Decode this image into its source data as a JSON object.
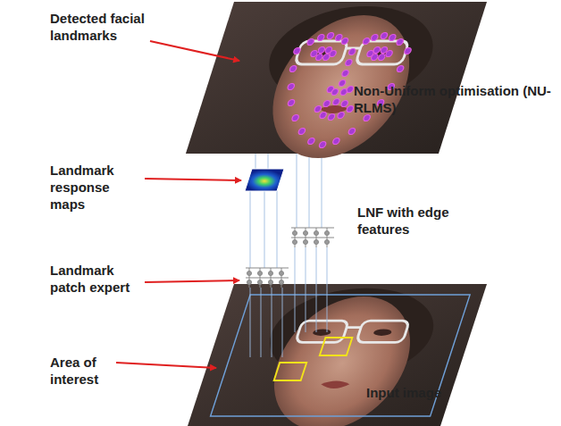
{
  "diagram": {
    "labels": [
      "Detected facial landmarks",
      "Non-Uniform optimisation (NU-RLMS)",
      "Landmark response maps",
      "LNF with edge features",
      "Landmark patch expert",
      "Area of interest",
      "Input image"
    ]
  }
}
